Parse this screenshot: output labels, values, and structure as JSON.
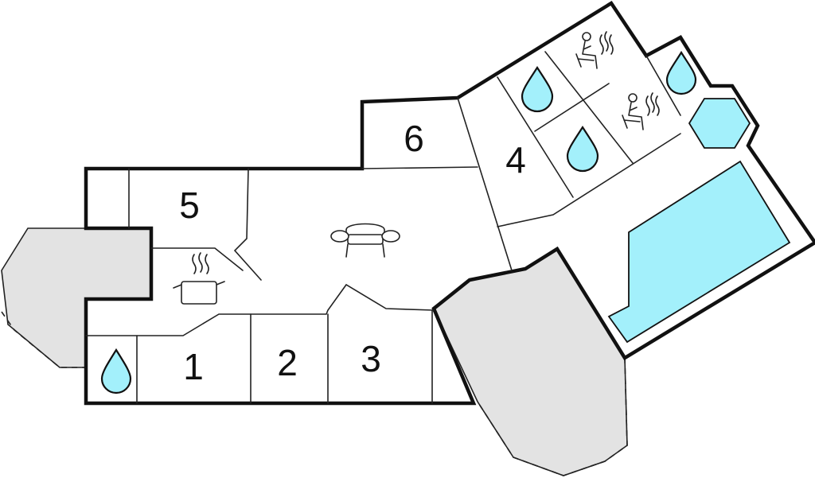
{
  "rooms": [
    {
      "id": "1",
      "label": "1"
    },
    {
      "id": "2",
      "label": "2"
    },
    {
      "id": "3",
      "label": "3"
    },
    {
      "id": "4",
      "label": "4"
    },
    {
      "id": "5",
      "label": "5"
    },
    {
      "id": "6",
      "label": "6"
    }
  ],
  "icons": [
    "water-drop-icon",
    "sauna-icon",
    "sofa-icon",
    "cooking-pot-icon",
    "pool",
    "hot-tub"
  ],
  "colors": {
    "water": "#a3f0fb",
    "terrace": "#e3e3e3",
    "wall": "#111111"
  }
}
